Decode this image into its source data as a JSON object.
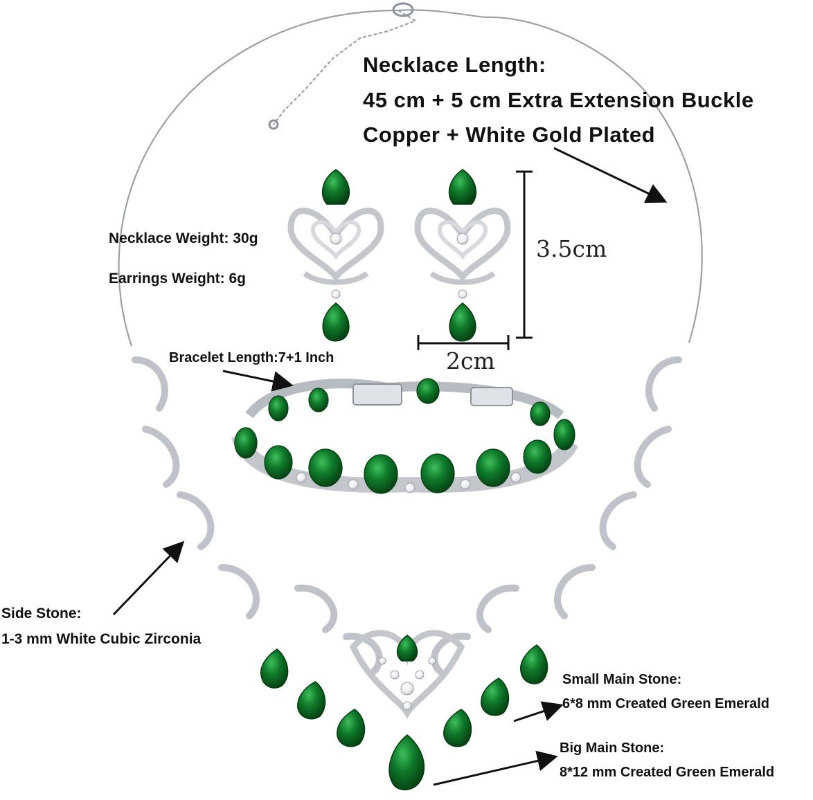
{
  "necklace": {
    "length_title": "Necklace Length:",
    "length_value": "45 cm + 5 cm Extra Extension Buckle",
    "material": "Copper + White Gold Plated",
    "weight": "Necklace Weight: 30g"
  },
  "earrings": {
    "weight": "Earrings Weight: 6g",
    "height": "3.5cm",
    "width": "2cm"
  },
  "bracelet": {
    "length": "Bracelet Length:7+1 Inch"
  },
  "side_stone": {
    "title": "Side Stone:",
    "value": "1-3 mm White Cubic Zirconia"
  },
  "small_main_stone": {
    "title": "Small Main Stone:",
    "value": "6*8 mm Created Green Emerald"
  },
  "big_main_stone": {
    "title": "Big Main Stone:",
    "value": "8*12 mm Created Green Emerald"
  },
  "colors": {
    "emerald": "#0f7a2a",
    "emerald_dark": "#064d18",
    "silver": "#c9ccd1",
    "metal_line": "#9aa0a6"
  }
}
